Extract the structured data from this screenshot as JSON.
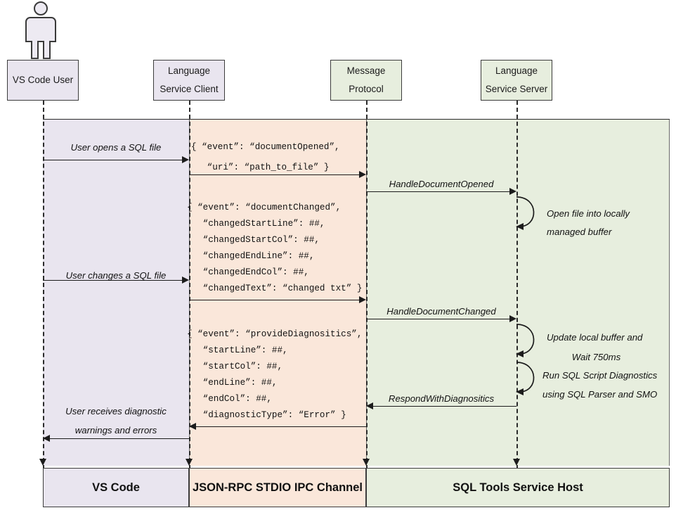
{
  "diagram": {
    "title": "SQL Tools Service message protocol sequence",
    "colors": {
      "vscode_band": "#E9E5EF",
      "ipc_band": "#FAE7DA",
      "service_band": "#E7EEDE",
      "stroke": "#2b2b2b"
    }
  },
  "actor": {
    "icon": "person-icon"
  },
  "participants": [
    {
      "id": "vscode-user",
      "line1": "VS Code User",
      "line2": "",
      "color": "lav"
    },
    {
      "id": "language-client",
      "line1": "Language",
      "line2": "Service Client",
      "color": "lav"
    },
    {
      "id": "message-protocol",
      "line1": "Message",
      "line2": "Protocol",
      "color": "grn"
    },
    {
      "id": "language-server",
      "line1": "Language",
      "line2": "Service Server",
      "color": "grn"
    }
  ],
  "user_messages": [
    {
      "id": "open",
      "line1": "User opens a SQL file",
      "line2": ""
    },
    {
      "id": "change",
      "line1": "User changes a SQL file",
      "line2": ""
    },
    {
      "id": "receive",
      "line1": "User receives diagnostic",
      "line2": "warnings and errors"
    }
  ],
  "payloads": [
    {
      "id": "document-opened",
      "lines": [
        "{ “event”: “documentOpened”,",
        "   “uri”: “path_to_file” }"
      ]
    },
    {
      "id": "document-changed",
      "lines": [
        "{ “event”: “documentChanged”,",
        "   “changedStartLine”: ##,",
        "   “changedStartCol”: ##,",
        "   “changedEndLine”: ##,",
        "   “changedEndCol”: ##,",
        "   “changedText”: “changed txt” }"
      ]
    },
    {
      "id": "provide-diagnositics",
      "lines": [
        "{ “event”: “provideDiagnositics”,",
        "   “startLine”: ##,",
        "   “startCol”: ##,",
        "   “endLine”: ##,",
        "   “endCol”: ##,",
        "   “diagnosticType”: “Error” }"
      ]
    }
  ],
  "protocol_messages": [
    {
      "id": "handle-document-opened",
      "label": "HandleDocumentOpened"
    },
    {
      "id": "handle-document-changed",
      "label": "HandleDocumentChanged"
    },
    {
      "id": "respond-with-diagnositics",
      "label": "RespondWithDiagnositics"
    }
  ],
  "server_notes": [
    {
      "id": "open-file-note",
      "line1": "Open file into locally",
      "line2": "managed buffer"
    },
    {
      "id": "update-wait-note",
      "line1": "Update local buffer and",
      "line2": "Wait 750ms"
    },
    {
      "id": "run-diagnostics-note",
      "line1": "Run SQL Script Diagnostics",
      "line2": "using SQL Parser and SMO"
    }
  ],
  "footer": [
    {
      "id": "vs-code",
      "label": "VS Code",
      "color": "lav"
    },
    {
      "id": "jsonrpc",
      "label": "JSON-RPC STDIO IPC Channel",
      "color": "org"
    },
    {
      "id": "service-host",
      "label": "SQL Tools Service Host",
      "color": "grn"
    }
  ]
}
